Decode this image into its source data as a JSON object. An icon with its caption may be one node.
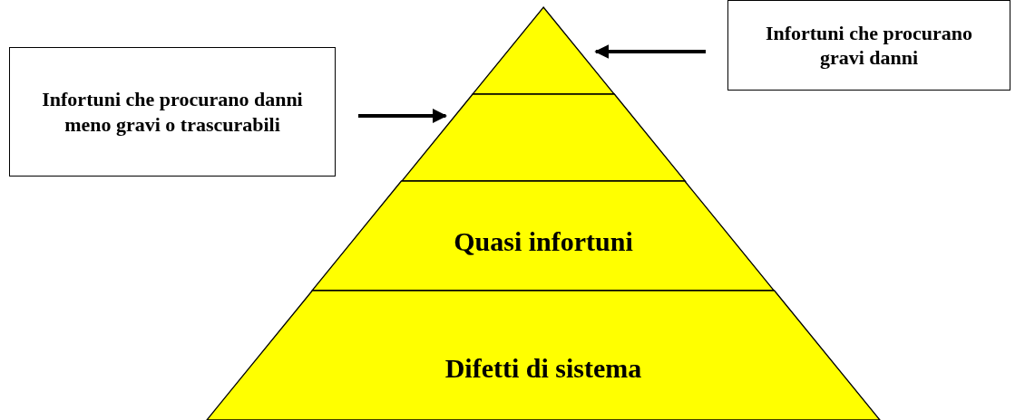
{
  "diagram": {
    "nodes": [
      {
        "text": [],
        "shape": "triangle"
      },
      {
        "text": [],
        "shape": "trapezoid"
      },
      {
        "text": [
          "Quasi infortuni"
        ]
      },
      {
        "text": [
          "Difetti di sistema"
        ]
      },
      {
        "text": [
          "Infortuni che procurano gravi danni"
        ]
      },
      {
        "text": [
          "Infortuni che procurano danni meno gravi o trascurabili"
        ]
      }
    ],
    "edges": [
      {
        "from": 4,
        "to": 0,
        "arrow": "to"
      },
      {
        "from": 5,
        "to": 1,
        "arrow": "to"
      }
    ]
  }
}
